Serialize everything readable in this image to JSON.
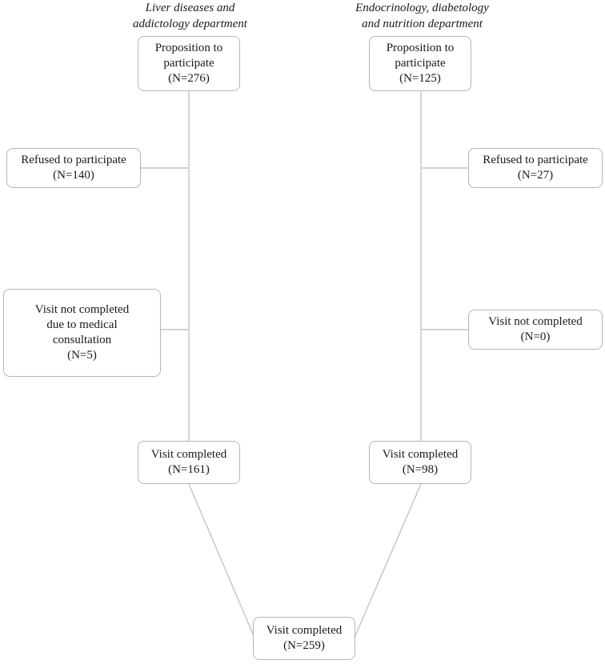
{
  "departments": {
    "left": {
      "heading": "Liver diseases and\naddictology department"
    },
    "right": {
      "heading": "Endocrinology, diabetology\nand nutrition department"
    }
  },
  "left_flow": {
    "proposition": "Proposition to\nparticipate\n(N=276)",
    "refused": "Refused to participate\n(N=140)",
    "not_completed": "Visit not completed\ndue to medical\nconsultation\n(N=5)",
    "completed": "Visit completed\n(N=161)"
  },
  "right_flow": {
    "proposition": "Proposition to\nparticipate\n(N=125)",
    "refused": "Refused to participate\n(N=27)",
    "not_completed": "Visit not completed\n(N=0)",
    "completed": "Visit completed\n(N=98)"
  },
  "total": {
    "completed": "Visit completed\n(N=259)"
  }
}
